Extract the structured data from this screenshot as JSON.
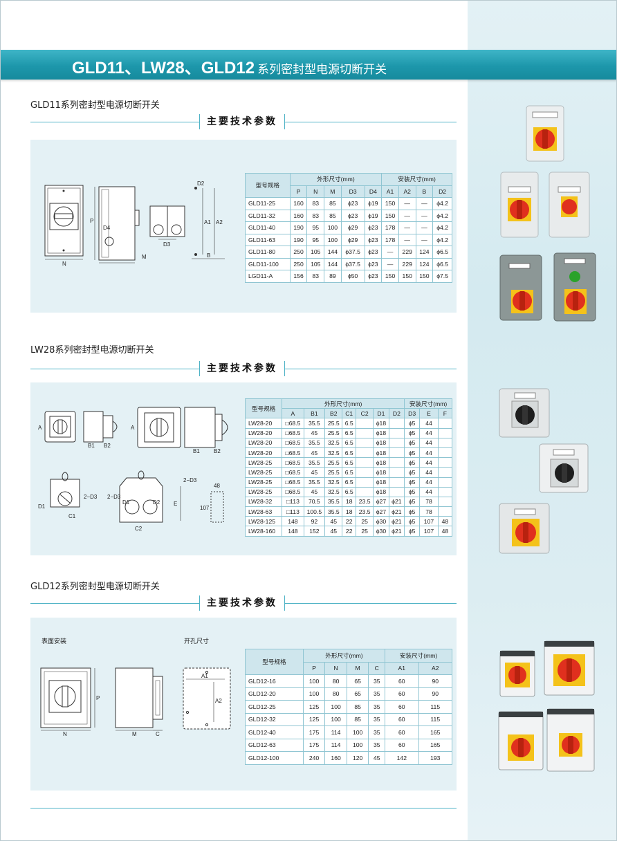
{
  "banner": {
    "title_main": "GLD11、LW28、GLD12",
    "title_sub": "系列密封型电源切断开关"
  },
  "sub_heading": "主要技术参数",
  "gld11": {
    "title": "GLD11系列密封型电源切断开关",
    "drawing_labels": {
      "n": "N",
      "p": "P",
      "d4": "D4",
      "m": "M",
      "d2": "D2",
      "d3": "D3",
      "a1": "A1",
      "a2": "A2",
      "b": "B"
    },
    "table": {
      "model_header": "型号规格",
      "group1": "外形尺寸(mm)",
      "group2": "安装尺寸(mm)",
      "cols": [
        "P",
        "N",
        "M",
        "D3",
        "D4",
        "A1",
        "A2",
        "B",
        "D2"
      ],
      "rows": [
        [
          "GLD11-25",
          "160",
          "83",
          "85",
          "ϕ23",
          "ϕ19",
          "150",
          "—",
          "—",
          "ϕ4.2"
        ],
        [
          "GLD11-32",
          "160",
          "83",
          "85",
          "ϕ23",
          "ϕ19",
          "150",
          "—",
          "—",
          "ϕ4.2"
        ],
        [
          "GLD11-40",
          "190",
          "95",
          "100",
          "ϕ29",
          "ϕ23",
          "178",
          "—",
          "—",
          "ϕ4.2"
        ],
        [
          "GLD11-63",
          "190",
          "95",
          "100",
          "ϕ29",
          "ϕ23",
          "178",
          "—",
          "—",
          "ϕ4.2"
        ],
        [
          "GLD11-80",
          "250",
          "105",
          "144",
          "ϕ37.5",
          "ϕ23",
          "—",
          "229",
          "124",
          "ϕ6.5"
        ],
        [
          "GLD11-100",
          "250",
          "105",
          "144",
          "ϕ37.5",
          "ϕ23",
          "—",
          "229",
          "124",
          "ϕ6.5"
        ],
        [
          "LGD11-A",
          "156",
          "83",
          "89",
          "ϕ50",
          "ϕ23",
          "150",
          "150",
          "150",
          "ϕ7.5"
        ]
      ]
    }
  },
  "lw28": {
    "title": "LW28系列密封型电源切断开关",
    "drawing_labels": {
      "a": "A",
      "b1": "B1",
      "b2": "B2",
      "d1": "D1",
      "c1": "C1",
      "d3": "2−D3",
      "d2": "D2",
      "c2": "C2",
      "e": "E",
      "dim107": "107",
      "dim48": "48"
    },
    "table": {
      "model_header": "型号规格",
      "group1": "外形尺寸(mm)",
      "group2": "安装尺寸(mm)",
      "cols": [
        "A",
        "B1",
        "B2",
        "C1",
        "C2",
        "D1",
        "D2",
        "D3",
        "E",
        "F"
      ],
      "rows": [
        [
          "LW28-20",
          "□68.5",
          "35.5",
          "25.5",
          "6.5",
          "",
          "ϕ18",
          "",
          "ϕ5",
          "44",
          ""
        ],
        [
          "LW28-20",
          "□68.5",
          "45",
          "25.5",
          "6.5",
          "",
          "ϕ18",
          "",
          "ϕ5",
          "44",
          ""
        ],
        [
          "LW28-20",
          "□68.5",
          "35.5",
          "32.5",
          "6.5",
          "",
          "ϕ18",
          "",
          "ϕ5",
          "44",
          ""
        ],
        [
          "LW28-20",
          "□68.5",
          "45",
          "32.5",
          "6.5",
          "",
          "ϕ18",
          "",
          "ϕ5",
          "44",
          ""
        ],
        [
          "LW28-25",
          "□68.5",
          "35.5",
          "25.5",
          "6.5",
          "",
          "ϕ18",
          "",
          "ϕ5",
          "44",
          ""
        ],
        [
          "LW28-25",
          "□68.5",
          "45",
          "25.5",
          "6.5",
          "",
          "ϕ18",
          "",
          "ϕ5",
          "44",
          ""
        ],
        [
          "LW28-25",
          "□68.5",
          "35.5",
          "32.5",
          "6.5",
          "",
          "ϕ18",
          "",
          "ϕ5",
          "44",
          ""
        ],
        [
          "LW28-25",
          "□68.5",
          "45",
          "32.5",
          "6.5",
          "",
          "ϕ18",
          "",
          "ϕ5",
          "44",
          ""
        ],
        [
          "LW28-32",
          "□113",
          "70.5",
          "35.5",
          "18",
          "23.5",
          "ϕ27",
          "ϕ21",
          "ϕ5",
          "78",
          ""
        ],
        [
          "LW28-63",
          "□113",
          "100.5",
          "35.5",
          "18",
          "23.5",
          "ϕ27",
          "ϕ21",
          "ϕ5",
          "78",
          ""
        ],
        [
          "LW28-125",
          "148",
          "92",
          "45",
          "22",
          "25",
          "ϕ30",
          "ϕ21",
          "ϕ5",
          "107",
          "48"
        ],
        [
          "LW28-160",
          "148",
          "152",
          "45",
          "22",
          "25",
          "ϕ30",
          "ϕ21",
          "ϕ5",
          "107",
          "48"
        ]
      ]
    }
  },
  "gld12": {
    "title": "GLD12系列密封型电源切断开关",
    "surface_label": "表面安装",
    "cutout_label": "开孔尺寸",
    "drawing_labels": {
      "n": "N",
      "p": "P",
      "m": "M",
      "c": "C",
      "a1": "A1",
      "a2": "A2"
    },
    "table": {
      "model_header": "型号规格",
      "group1": "外形尺寸(mm)",
      "group2": "安装尺寸(mm)",
      "cols": [
        "P",
        "N",
        "M",
        "C",
        "A1",
        "A2"
      ],
      "rows": [
        [
          "GLD12-16",
          "100",
          "80",
          "65",
          "35",
          "60",
          "90"
        ],
        [
          "GLD12-20",
          "100",
          "80",
          "65",
          "35",
          "60",
          "90"
        ],
        [
          "GLD12-25",
          "125",
          "100",
          "85",
          "35",
          "60",
          "115"
        ],
        [
          "GLD12-32",
          "125",
          "100",
          "85",
          "35",
          "60",
          "115"
        ],
        [
          "GLD12-40",
          "175",
          "114",
          "100",
          "35",
          "60",
          "165"
        ],
        [
          "GLD12-63",
          "175",
          "114",
          "100",
          "35",
          "60",
          "165"
        ],
        [
          "GLD12-100",
          "240",
          "160",
          "120",
          "45",
          "142",
          "193"
        ]
      ]
    }
  },
  "colors": {
    "banner": "#1d97ab",
    "rule": "#4fb3c6",
    "panel": "#e4f1f5",
    "handle_red": "#e0301e",
    "plate_yellow": "#f4c21a"
  }
}
